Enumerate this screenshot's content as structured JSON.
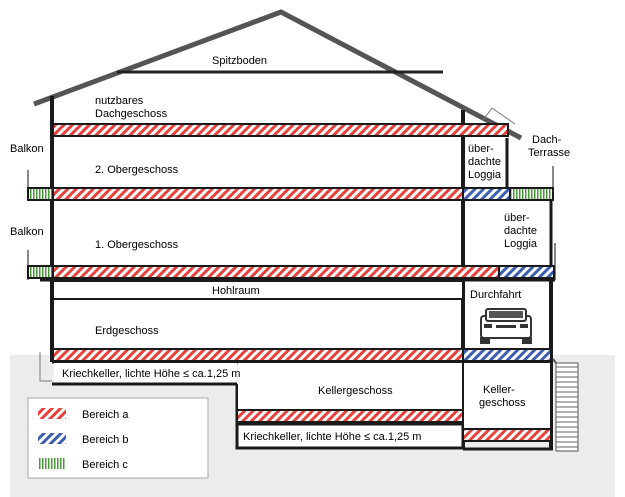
{
  "labels": {
    "spitzboden": "Spitzboden",
    "dg_line1": "nutzbares",
    "dg_line2": "Dachgeschoss",
    "og2": "2. Obergeschoss",
    "og1": "1. Obergeschoss",
    "balkon_top": "Balkon",
    "balkon_mid": "Balkon",
    "loggia_top_1": "über-",
    "loggia_top_2": "dachte",
    "loggia_top_3": "Loggia",
    "loggia_mid_1": "über-",
    "loggia_mid_2": "dachte",
    "loggia_mid_3": "Loggia",
    "terrasse_1": "Dach-",
    "terrasse_2": "Terrasse",
    "hohlraum": "Hohlraum",
    "durchfahrt": "Durchfahrt",
    "erdgeschoss": "Erdgeschoss",
    "kriech_top": "Kriechkeller, lichte Höhe ≤ ca.1,25 m",
    "kriech_bottom": "Kriechkeller, lichte Höhe ≤ ca.1,25 m",
    "kellergeschoss": "Kellergeschoss",
    "keller_right_1": "Keller-",
    "keller_right_2": "geschoss"
  },
  "legend": [
    {
      "label": "Bereich a",
      "pattern": "hatch-a"
    },
    {
      "label": "Bereich b",
      "pattern": "hatch-b"
    },
    {
      "label": "Bereich c",
      "pattern": "hatch-c"
    }
  ],
  "colors": {
    "area_a": "#e8403a",
    "area_b": "#3c5fb4",
    "area_c": "#4a9a3a",
    "ground": "#ececec",
    "wall": "#1a1a1a"
  }
}
